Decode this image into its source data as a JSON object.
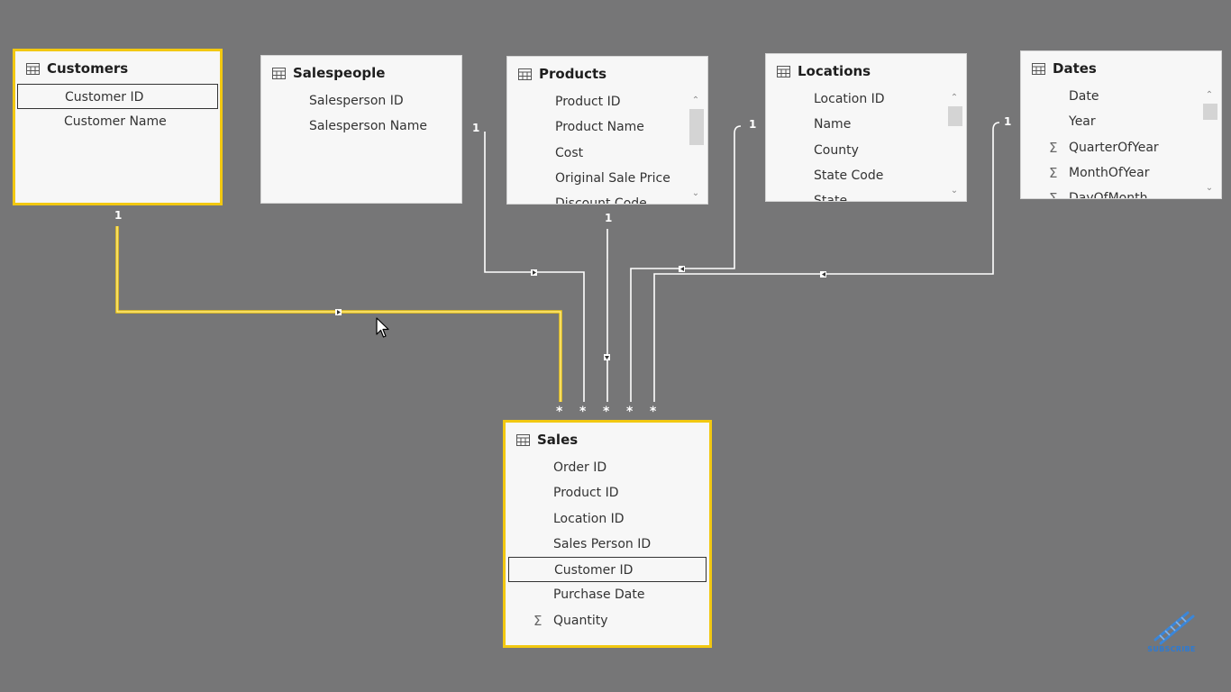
{
  "tables": {
    "customers": {
      "title": "Customers",
      "fields": [
        "Customer ID",
        "Customer Name"
      ]
    },
    "salespeople": {
      "title": "Salespeople",
      "fields": [
        "Salesperson ID",
        "Salesperson Name"
      ]
    },
    "products": {
      "title": "Products",
      "fields": [
        "Product ID",
        "Product Name",
        "Cost",
        "Original Sale Price",
        "Discount Code"
      ]
    },
    "locations": {
      "title": "Locations",
      "fields": [
        "Location ID",
        "Name",
        "County",
        "State Code",
        "State"
      ]
    },
    "dates": {
      "title": "Dates",
      "fields": [
        "Date",
        "Year",
        "QuarterOfYear",
        "MonthOfYear",
        "DayOfMonth"
      ]
    },
    "sales": {
      "title": "Sales",
      "fields": [
        "Order ID",
        "Product ID",
        "Location ID",
        "Sales Person ID",
        "Customer ID",
        "Purchase Date",
        "Quantity"
      ]
    }
  },
  "relationships": {
    "one_label": "1",
    "many_label": "*"
  },
  "colors": {
    "canvas": "#767677",
    "selected_border": "#f2c811",
    "connector": "#ffffff",
    "highlight_connector": "#f2c811"
  },
  "subscribe_label": "SUBSCRIBE"
}
